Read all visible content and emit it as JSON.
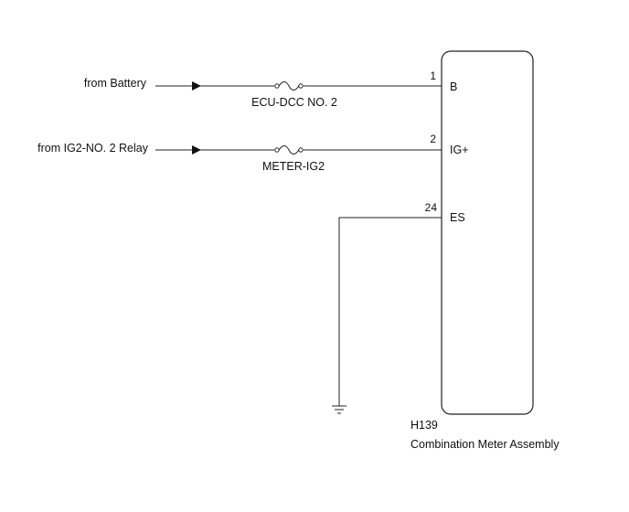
{
  "sources": {
    "battery": "from Battery",
    "ig2_relay": "from IG2-NO. 2 Relay"
  },
  "fuses": {
    "ecu_dcc": "ECU-DCC NO. 2",
    "meter_ig2": "METER-IG2"
  },
  "pins": [
    {
      "number": "1",
      "name": "B"
    },
    {
      "number": "2",
      "name": "IG+"
    },
    {
      "number": "24",
      "name": "ES"
    }
  ],
  "component": {
    "connector_code": "H139",
    "name": "Combination Meter Assembly"
  },
  "symbols": {
    "arrow": "arrow-icon",
    "fuse": "fuse-icon",
    "ground": "ground-icon"
  }
}
